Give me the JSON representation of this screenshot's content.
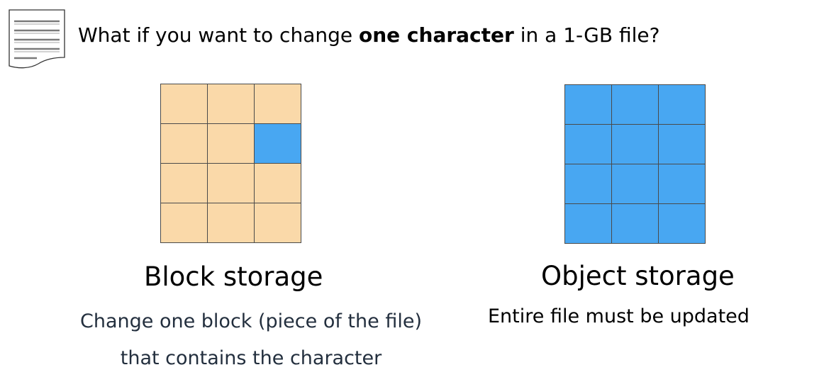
{
  "header": {
    "icon": "document-icon",
    "question_before": "What if you want to change ",
    "question_emphasis": "one character",
    "question_after": " in a 1-GB file?"
  },
  "block_storage": {
    "title": "Block storage",
    "description_line1": "Change one block (piece of the file)",
    "description_line2": "that contains the character",
    "grid": {
      "rows": 4,
      "cols": 3,
      "changed_cells": [
        [
          1,
          2
        ]
      ],
      "base_color": "#fad9a9",
      "changed_color": "#48a7f2"
    }
  },
  "object_storage": {
    "title": "Object storage",
    "description": "Entire file must be updated",
    "grid": {
      "rows": 4,
      "cols": 3,
      "all_changed": true,
      "changed_color": "#48a7f2"
    }
  }
}
